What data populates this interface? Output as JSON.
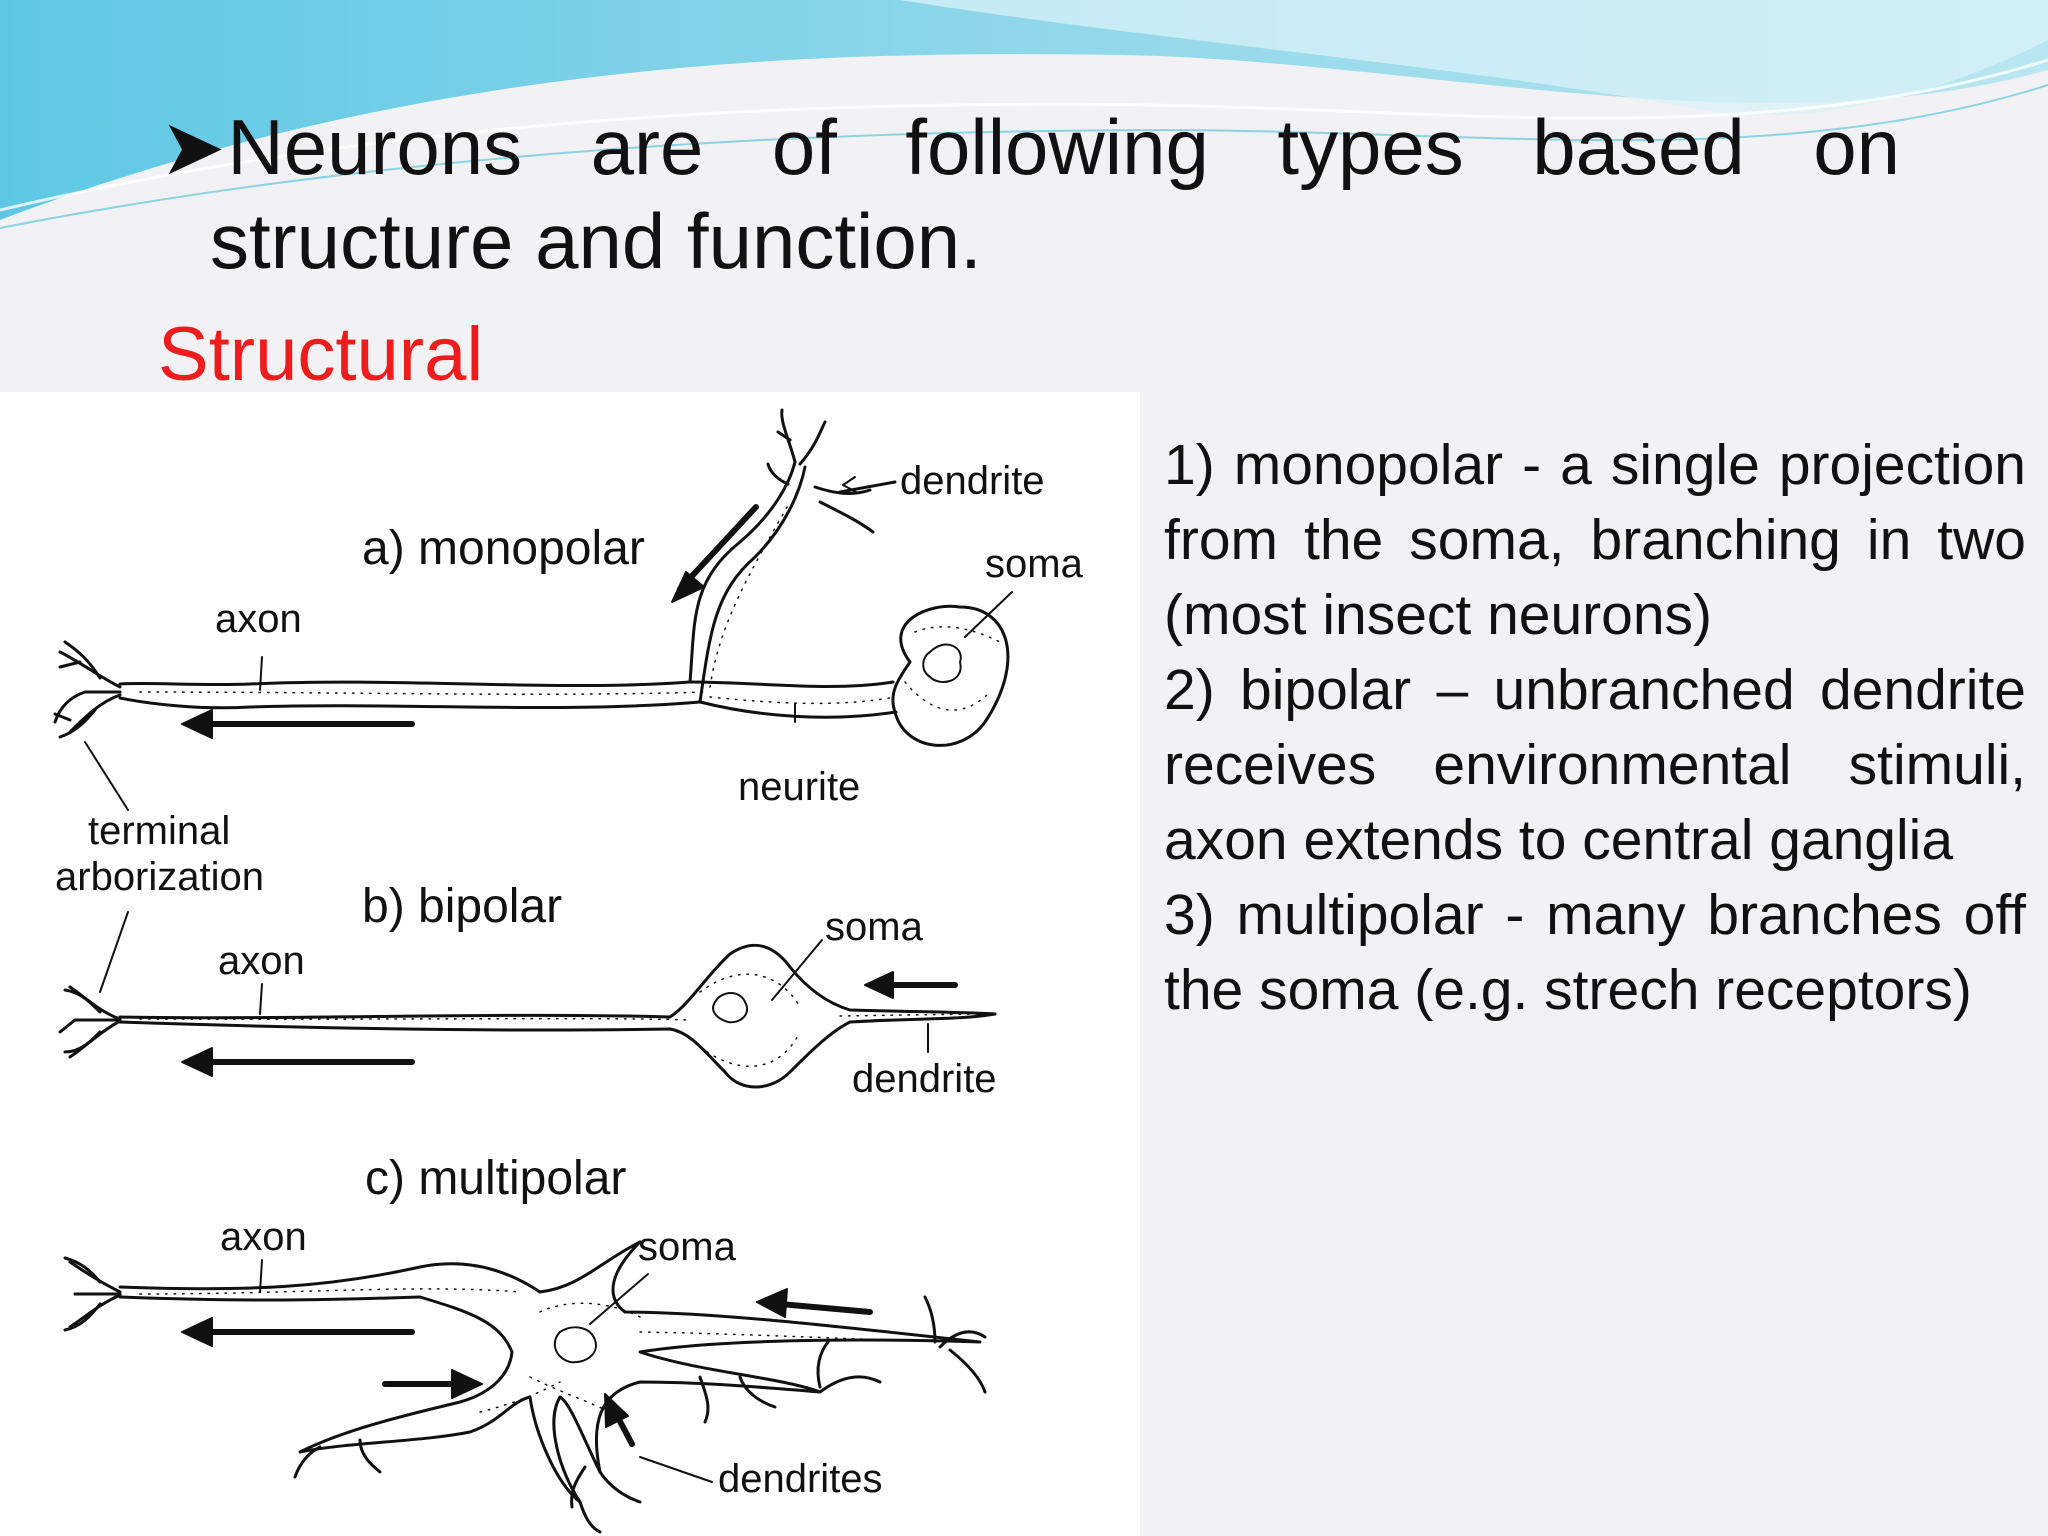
{
  "heading": {
    "words_line1": [
      "Neurons",
      "are",
      "of",
      "following",
      "types",
      "based",
      "on"
    ],
    "line2": "structure and function."
  },
  "section": {
    "title": "Structural"
  },
  "figure": {
    "monopolar": {
      "title": "a) monopolar",
      "dendrite": "dendrite",
      "soma": "soma",
      "axon": "axon",
      "neurite": "neurite",
      "terminal_1": "terminal",
      "terminal_2": "arborization"
    },
    "bipolar": {
      "title": "b) bipolar",
      "axon": "axon",
      "soma": "soma",
      "dendrite": "dendrite"
    },
    "multipolar": {
      "title": "c) multipolar",
      "axon": "axon",
      "soma": "soma",
      "dendrites": "dendrites"
    }
  },
  "description": {
    "item1": "1) monopolar - a single projection from the soma, branching in two (most insect neurons)",
    "item2": "2) bipolar – unbranched dendrite receives environmental stimuli, axon extends to central ganglia",
    "item3": "3) multipolar - many branches off the soma (e.g. strech receptors)"
  },
  "colors": {
    "accent_red": "#ee1c1c",
    "wave_blue": "#5fc6e2",
    "wave_light": "#a9e1ef"
  }
}
